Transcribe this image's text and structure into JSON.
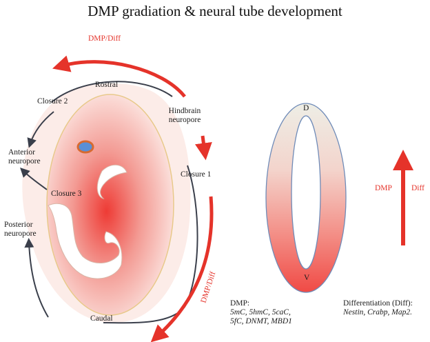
{
  "title": "DMP gradiation & neural tube development",
  "embryo": {
    "rostral": "Rostral",
    "caudal": "Caudal",
    "closure_2": "Closure 2",
    "closure_1": "Closure 1",
    "closure_3": "Closure 3",
    "hindbrain_neuropore": [
      "Hindbrain",
      "neuropore"
    ],
    "anterior_neuropore": [
      "Anterior",
      "neuropore"
    ],
    "posterior_neuropore": [
      "Posterior",
      "neuropore"
    ],
    "arrow_top_label": "DMP/Diff",
    "arrow_right_label": "DMP/Diff"
  },
  "tube": {
    "dorsal": "D",
    "ventral": "V",
    "dmp_label": "DMP",
    "diff_label": "Diff"
  },
  "legend": {
    "dmp_heading": "DMP:",
    "dmp_line1": "5mC, 5hmC, 5caC,",
    "dmp_line2": "5fC, DNMT, MBD1",
    "diff_heading": "Differentiation (Diff):",
    "diff_line1": "Nestin, Crabp, Map2."
  },
  "colors": {
    "arrow_red": "#e5332a",
    "outline_dark": "#3a3f4b",
    "gradient_top": "#eeeee6",
    "gradient_bottom": "#f04a45"
  }
}
